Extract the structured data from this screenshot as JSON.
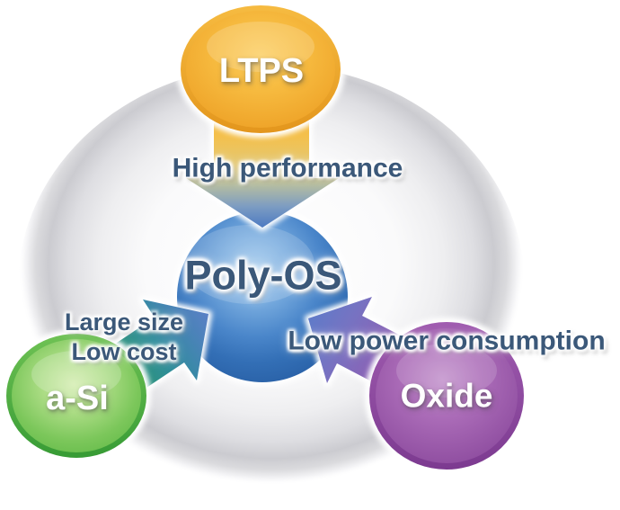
{
  "diagram": {
    "center": {
      "label": "Poly-OS",
      "fill": "#3b7ac2",
      "text_color": "#3b5879"
    },
    "ltps": {
      "label": "LTPS",
      "benefit": "High performance",
      "fill": "#f2ae31",
      "arrow_direction": "down-to-center"
    },
    "asi": {
      "label": "a-Si",
      "benefit_line1": "Large size",
      "benefit_line2": "Low cost",
      "fill": "#5bb74c",
      "arrow_direction": "up-right-to-center"
    },
    "oxide": {
      "label": "Oxide",
      "benefit": "Low power consumption",
      "fill": "#9650a6",
      "arrow_direction": "up-left-to-center"
    },
    "benefit_text_color": "#3b5879",
    "node_label_text_color": "#ffffff",
    "background_sphere_color": "#cdcdd1"
  }
}
